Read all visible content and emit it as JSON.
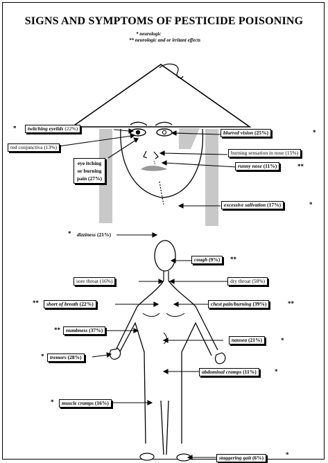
{
  "title": "SIGNS AND SYMPTOMS OF PESTICIDE POISONING",
  "legend": {
    "single": "* neurologic",
    "double": "** neurologic and or irritant effects"
  },
  "labels": {
    "twitching_eyelids": {
      "text": "twitching eyelids",
      "pct": "(22%)",
      "mark": "*"
    },
    "red_conjunctiva": {
      "text": "red conjunctiva (13%)"
    },
    "eye_itching": {
      "line1": "eye itching",
      "line2": "or burning",
      "line3": "pain  (27%)"
    },
    "blurred_vision": {
      "text": "blurred vision",
      "pct": "(25%)",
      "mark": "*"
    },
    "burning_nose": {
      "text": "burning sensation in nose  (15%)"
    },
    "runny_nose": {
      "text": "runny nose",
      "pct": "(11%)",
      "mark": "**"
    },
    "salivation": {
      "text": "excessive salivation",
      "pct": "(17%)",
      "mark": "*"
    },
    "dizziness": {
      "text": "dizziness",
      "pct": "(21%)",
      "mark": "*"
    },
    "cough": {
      "text": "cough",
      "pct": "(9%)",
      "mark": "**"
    },
    "sore_throat": {
      "text": "sore throat  (16%)"
    },
    "dry_throat": {
      "text": "dry throat  (58%)"
    },
    "short_breath": {
      "text": "short of breath",
      "pct": "(22%)",
      "mark": "**"
    },
    "chest_pain": {
      "text": "chest pain/burning",
      "pct": "(39%)",
      "mark": "**"
    },
    "numbness": {
      "text": "numbness",
      "pct": "(37%)",
      "mark": "**"
    },
    "nausea": {
      "text": "nausea",
      "pct": "(21%)",
      "mark": "*"
    },
    "tremors": {
      "text": "tremors",
      "pct": "(28%)",
      "mark": "*"
    },
    "abdominal_cramps": {
      "text": "abdominal cramps",
      "pct": "(11%)",
      "mark": "*"
    },
    "muscle_cramps": {
      "text": "muscle cramps",
      "pct": "(16%)",
      "mark": "*"
    },
    "staggering_gait": {
      "text": "staggering gait",
      "pct": "(6%)",
      "mark": "*"
    }
  },
  "colors": {
    "grey_band": "#c8c8c8",
    "mouth": "#9a9a9a",
    "ink": "#000000"
  }
}
